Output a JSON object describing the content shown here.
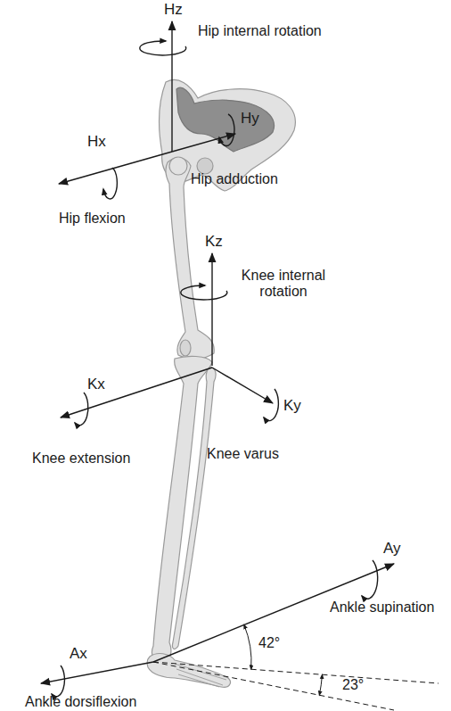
{
  "diagram": {
    "labels": [
      "Hz",
      "Hip internal rotation",
      "Hx",
      "Hy",
      "Hip flexion",
      "Hip adduction",
      "Kz",
      "Knee internal rotation",
      "Kx",
      "Ky",
      "Knee extension",
      "Knee varus",
      "Ay",
      "Ankle supination",
      "42°",
      "Ax",
      "23°",
      "Ankle dorsiflexion"
    ]
  }
}
